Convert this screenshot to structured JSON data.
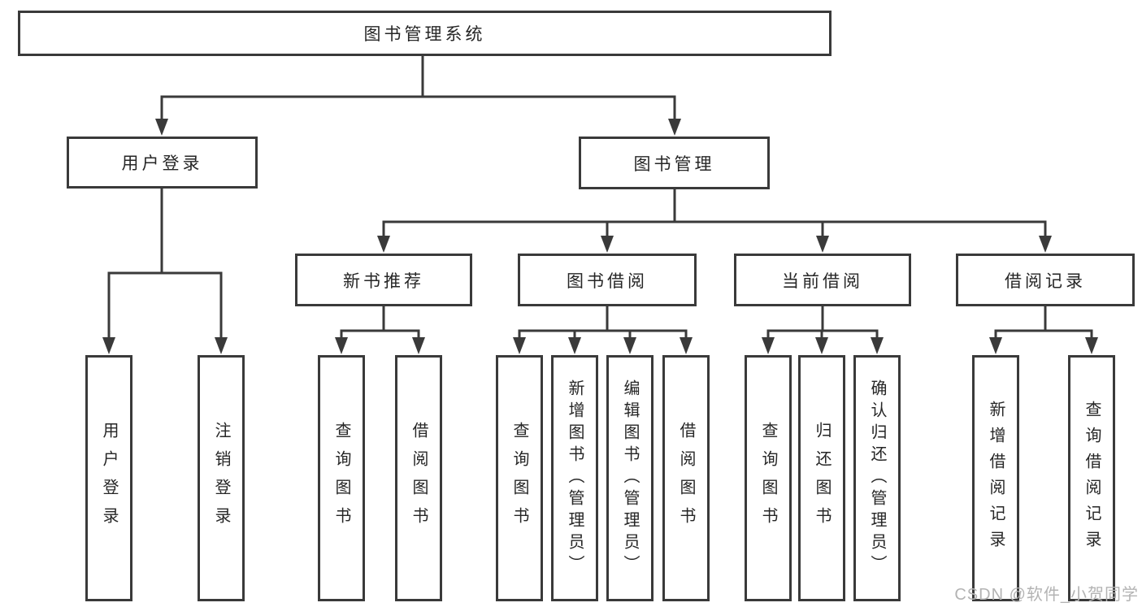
{
  "diagram": {
    "root": {
      "label": "图书管理系统"
    },
    "level2": {
      "user_login": {
        "label": "用户登录"
      },
      "book_management": {
        "label": "图书管理"
      }
    },
    "level3": {
      "new_books": {
        "label": "新书推荐"
      },
      "book_borrow": {
        "label": "图书借阅"
      },
      "current_borrow": {
        "label": "当前借阅"
      },
      "borrow_records": {
        "label": "借阅记录"
      }
    },
    "leaves": {
      "user_login": [
        "用户登录",
        "注销登录"
      ],
      "new_books": [
        "查询图书",
        "借阅图书"
      ],
      "book_borrow": [
        "查询图书",
        "新增图书（管理员）",
        "编辑图书（管理员）",
        "借阅图书"
      ],
      "current_borrow": [
        "查询图书",
        "归还图书",
        "确认归还（管理员）"
      ],
      "borrow_records": [
        "新增借阅记录",
        "查询借阅记录"
      ]
    },
    "watermark": "CSDN @软件_小贺同学",
    "colors": {
      "line": "#3a3a3a",
      "text": "#262626",
      "watermark": "#b3b3b3",
      "background": "#ffffff"
    }
  }
}
